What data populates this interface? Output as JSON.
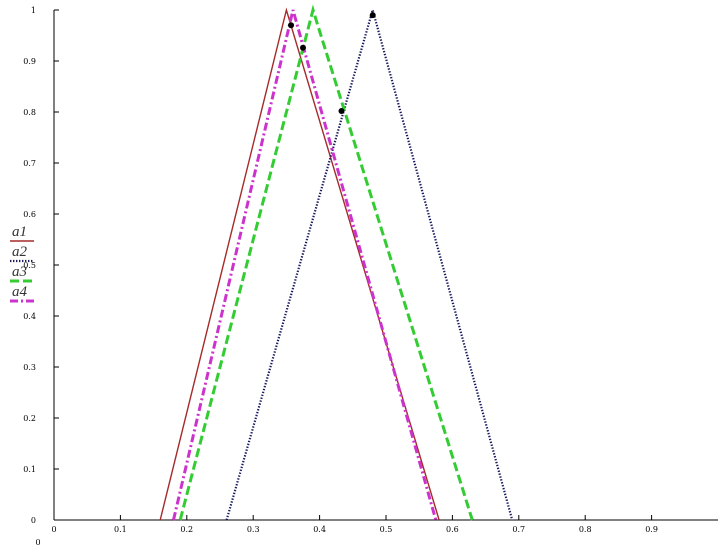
{
  "chart_data": {
    "type": "line",
    "title": "",
    "xlabel": "",
    "ylabel": "",
    "xlim": [
      0,
      1
    ],
    "ylim": [
      0,
      1
    ],
    "x_ticks": [
      0,
      0.1,
      0.2,
      0.3,
      0.4,
      0.5,
      0.6,
      0.7,
      0.8,
      0.9
    ],
    "x_tick_labels": [
      "0",
      "0.1",
      "0.2",
      "0.3",
      "0.4",
      "0.5",
      "0.6",
      "0.7",
      "0.8",
      "0.9"
    ],
    "y_ticks": [
      0,
      0.1,
      0.2,
      0.3,
      0.4,
      0.5,
      0.6,
      0.7,
      0.8,
      0.9,
      1
    ],
    "y_tick_labels": [
      "0",
      "0.1",
      "0.2",
      "0.3",
      "0.4",
      "0.5",
      "0.6",
      "0.7",
      "0.8",
      "0.9",
      "1"
    ],
    "x_origin_label": "0",
    "grid": false,
    "legend_position": "left-middle",
    "series": [
      {
        "name": "a1",
        "color": "#a52a2a",
        "style": "solid",
        "x": [
          0.16,
          0.35,
          0.58
        ],
        "y": [
          0,
          1,
          0
        ]
      },
      {
        "name": "a2",
        "color": "#1a1a5e",
        "style": "dotted",
        "x": [
          0.26,
          0.48,
          0.69
        ],
        "y": [
          0,
          1,
          0
        ]
      },
      {
        "name": "a3",
        "color": "#33cc33",
        "style": "dashed",
        "x": [
          0.19,
          0.39,
          0.63
        ],
        "y": [
          0,
          1,
          0
        ]
      },
      {
        "name": "a4",
        "color": "#cc33cc",
        "style": "dashdot",
        "x": [
          0.18,
          0.36,
          0.575
        ],
        "y": [
          0,
          1,
          0
        ]
      }
    ],
    "points": [
      {
        "x": 0.357,
        "y": 0.97
      },
      {
        "x": 0.375,
        "y": 0.926
      },
      {
        "x": 0.433,
        "y": 0.802
      },
      {
        "x": 0.48,
        "y": 0.99
      }
    ]
  }
}
